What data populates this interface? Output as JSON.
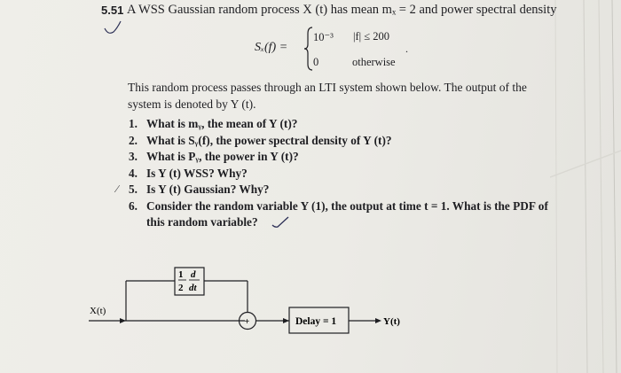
{
  "problem": {
    "number": "5.51",
    "header": "A WSS Gaussian random process X (t) has mean mₓ = 2 and power spectral density",
    "psd_label": "Sₓ(f) =",
    "psd_cases": [
      {
        "value": "10⁻³",
        "condition": "|f| ≤ 200"
      },
      {
        "value": "0",
        "condition": "otherwise"
      }
    ],
    "psd_end": ".",
    "intro": "This random process passes through an LTI system shown below. The output of the system is denoted by Y (t).",
    "questions": [
      {
        "num": "1.",
        "text": "What is mᵧ, the mean of Y (t)?"
      },
      {
        "num": "2.",
        "text": "What is Sᵧ(f), the power spectral density of Y (t)?"
      },
      {
        "num": "3.",
        "text": "What is Pᵧ, the power in Y (t)?"
      },
      {
        "num": "4.",
        "text": "Is Y (t) WSS? Why?"
      },
      {
        "num": "5.",
        "text": "Is Y (t) Gaussian? Why?"
      },
      {
        "num": "6.",
        "text": "Consider the random variable Y (1), the output at time t = 1. What is the PDF of this random variable?"
      }
    ]
  },
  "diagram": {
    "input_label": "X(t)",
    "gain_num": "1",
    "gain_deriv_num": "d",
    "gain_den": "2",
    "gain_deriv_den": "dt",
    "summer_symbol": "+",
    "delay_label": "Delay = 1",
    "output_label": "Y(t)"
  },
  "annotations": {
    "check_mark": "✓",
    "tick_mark": "∕"
  }
}
